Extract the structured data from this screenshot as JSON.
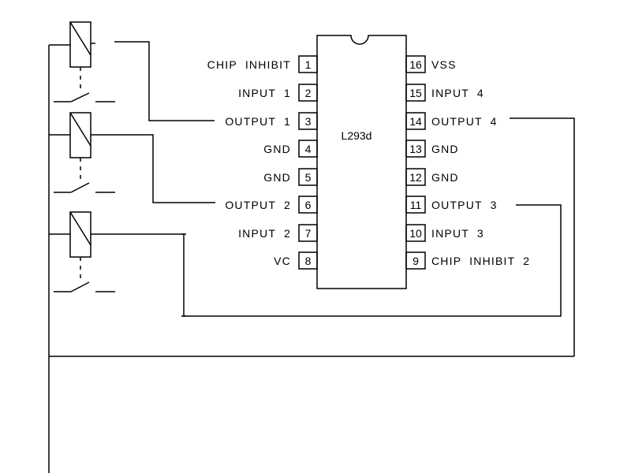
{
  "chip": {
    "name": "L293d",
    "left_pins": [
      {
        "num": "1",
        "label": "CHIP  INHIBIT"
      },
      {
        "num": "2",
        "label": "INPUT  1"
      },
      {
        "num": "3",
        "label": "OUTPUT  1"
      },
      {
        "num": "4",
        "label": "GND"
      },
      {
        "num": "5",
        "label": "GND"
      },
      {
        "num": "6",
        "label": "OUTPUT  2"
      },
      {
        "num": "7",
        "label": "INPUT  2"
      },
      {
        "num": "8",
        "label": "VC"
      }
    ],
    "right_pins": [
      {
        "num": "16",
        "label": "VSS"
      },
      {
        "num": "15",
        "label": "INPUT  4"
      },
      {
        "num": "14",
        "label": "OUTPUT  4"
      },
      {
        "num": "13",
        "label": "GND"
      },
      {
        "num": "12",
        "label": "GND"
      },
      {
        "num": "11",
        "label": "OUTPUT  3"
      },
      {
        "num": "10",
        "label": "INPUT  3"
      },
      {
        "num": "9",
        "label": "CHIP  INHIBIT  2"
      }
    ]
  },
  "relays": [
    {
      "id": "relay-1"
    },
    {
      "id": "relay-2"
    },
    {
      "id": "relay-3"
    }
  ]
}
